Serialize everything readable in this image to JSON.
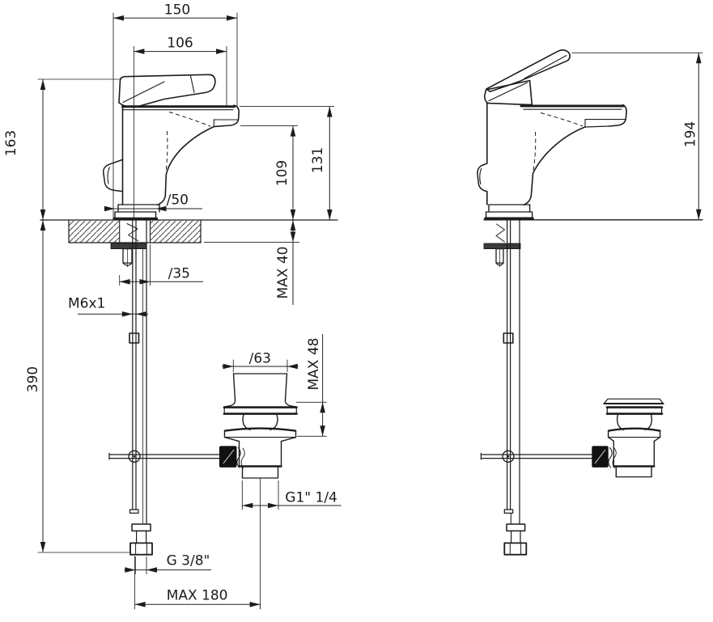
{
  "dims": {
    "d150": "150",
    "d106": "106",
    "d163": "163",
    "d109": "109",
    "d131": "131",
    "d50": "∕50",
    "dmax40": "MAX 40",
    "d35": "∕35",
    "dm6": "M6x1",
    "d390": "390",
    "d63": "∕63",
    "dmax48": "MAX 48",
    "dg114": "G1\" 1/4",
    "dg38": "G 3/8\"",
    "dmax180": "MAX 180",
    "d194": "194"
  },
  "colors": {
    "line": "#1c1c1c",
    "dimension_line": "#222222",
    "washer_fill": "#3a3a3a",
    "knob_fill": "#111111",
    "background": "#ffffff"
  }
}
